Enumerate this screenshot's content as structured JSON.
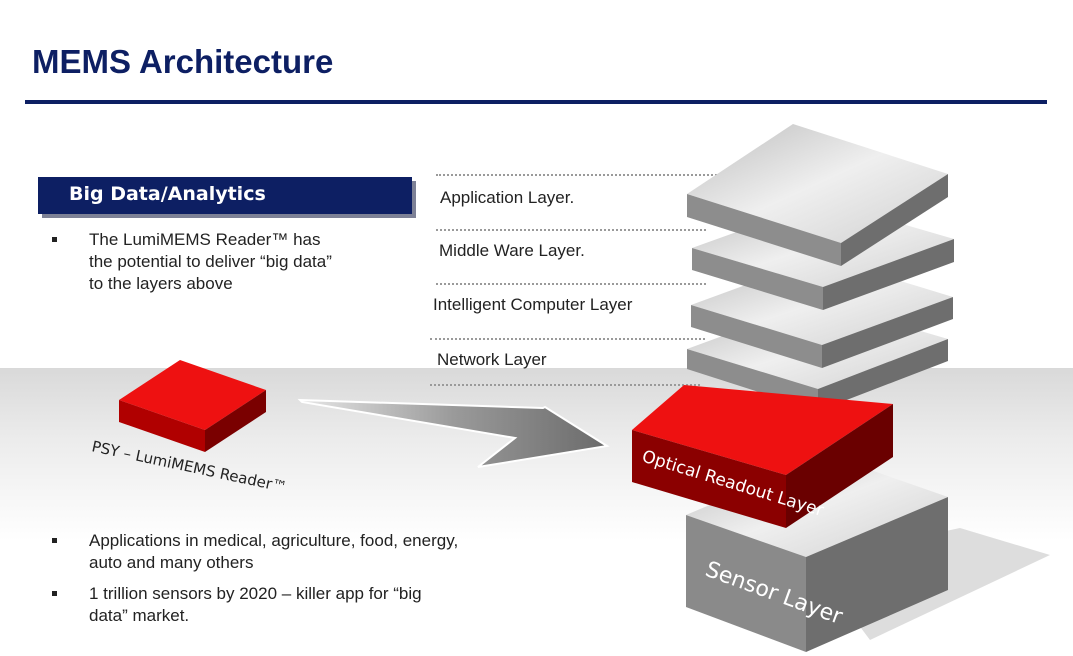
{
  "title": "MEMS Architecture",
  "section_header": "Big Data/Analytics",
  "bullets_top": [
    "The LumiMEMS Reader™ has the potential to deliver “big data” to the layers above"
  ],
  "bullets_top_lines": [
    [
      "The LumiMEMS Reader™ has",
      "the potential to deliver “big data”",
      "to the layers above"
    ]
  ],
  "bullets_bottom_lines": [
    [
      "Applications in medical, agriculture, food, energy,",
      "auto and many others"
    ],
    [
      "1 trillion sensors by 2020 – killer app for “big",
      "data” market."
    ]
  ],
  "layers": {
    "application": "Application Layer.",
    "middleware": "Middle Ware Layer.",
    "intelligent": "Intelligent Computer Layer",
    "network": "Network Layer",
    "optical": "Optical Readout Layer",
    "sensor": "Sensor Layer"
  },
  "reader_label": "PSY – LumiMEMS Reader™",
  "colors": {
    "title": "#0d1f63",
    "header_bg": "#0d1f63",
    "red_top": "#ee1111",
    "red_side": "#7a0000",
    "gray_top": "#dcdcdc",
    "gray_side": "#7d7d7d"
  }
}
